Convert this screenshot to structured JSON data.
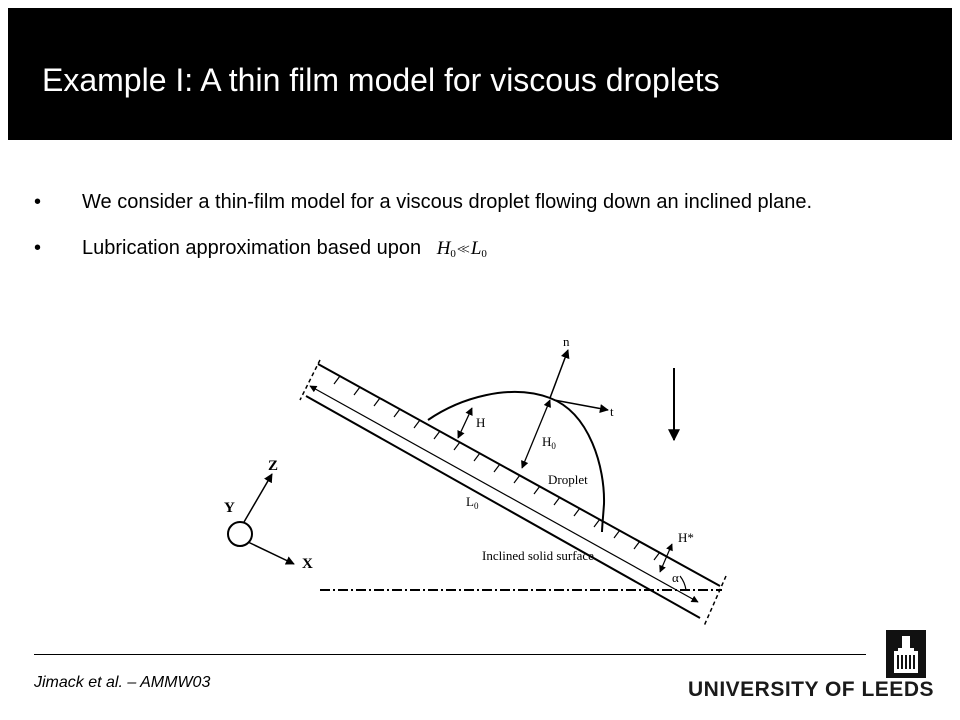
{
  "slide": {
    "title": "Example I:  A thin film model for viscous droplets",
    "bullets": [
      {
        "marker": "•",
        "text": "We consider a thin-film model for a viscous droplet flowing down an inclined plane."
      },
      {
        "marker": "•",
        "text": "Lubrication approximation based upon",
        "math": {
          "lhs": "H",
          "lhs_sub": "0",
          "relation": "<<",
          "rhs": "L",
          "rhs_sub": "0"
        }
      }
    ]
  },
  "figure": {
    "labels": {
      "normal": "n",
      "tangent": "t",
      "height": "H",
      "max_height": "H",
      "max_height_sub": "0",
      "droplet": "Droplet",
      "length": "L",
      "length_sub": "0",
      "surface": "Inclined solid surface",
      "precursor": "H*",
      "angle": "α",
      "axis_z": "Z",
      "axis_y": "Y",
      "axis_x": "X"
    }
  },
  "footer": {
    "credit": "Jimack et al. – AMMW03",
    "university": "UNIVERSITY OF LEEDS"
  },
  "colors": {
    "title_background": "#000000",
    "title_text": "#ffffff",
    "body_text": "#000000"
  }
}
